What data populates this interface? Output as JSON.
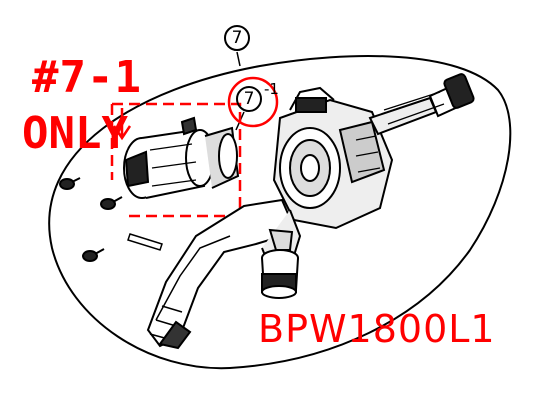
{
  "annotations": {
    "part_number": "#7-1",
    "only": "ONLY",
    "model": "BPW1800L1",
    "color": "#ff0000"
  },
  "callouts": {
    "main": "7",
    "sub": "7",
    "sub_suffix": "-1"
  }
}
